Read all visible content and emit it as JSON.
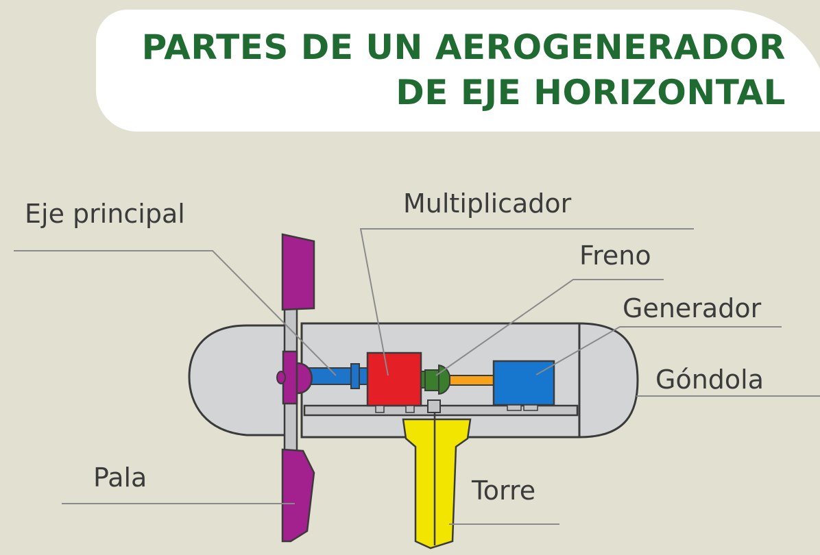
{
  "title": {
    "line1": "PARTES DE UN AEROGENERADOR",
    "line2": "DE EJE HORIZONTAL"
  },
  "labels": {
    "eje_principal": "Eje principal",
    "multiplicador": "Multiplicador",
    "freno": "Freno",
    "generador": "Generador",
    "gondola": "Góndola",
    "pala": "Pala",
    "torre": "Torre"
  },
  "colors": {
    "background": "#e2e1d1",
    "title": "#1f6b31",
    "pala": "#a3218e",
    "eje": "#1e74c9",
    "multiplicador": "#e41f26",
    "freno": "#3a7d2c",
    "generador": "#1777cf",
    "torre": "#f2e600",
    "gondola": "#d3d4d6"
  }
}
